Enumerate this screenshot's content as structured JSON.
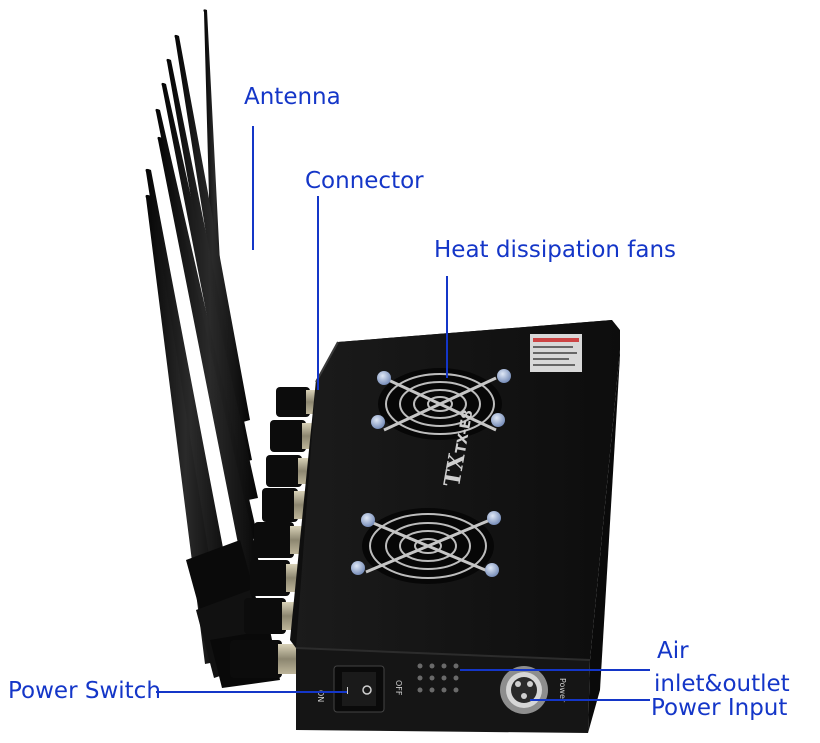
{
  "labels": {
    "antenna": "Antenna",
    "connector": "Connector",
    "heat_fans": "Heat dissipation fans",
    "power_switch": "Power Switch",
    "air_line1": "Air",
    "air_line2": "inlet&outlet",
    "power_input": "Power Input"
  },
  "device": {
    "model": "TX-E8",
    "logo": "TX",
    "switch_on": "ON",
    "switch_off": "OFF",
    "power_port_label": "Power"
  },
  "colors": {
    "label_blue": "#1436c8",
    "device_black": "#141414",
    "background": "#ffffff"
  }
}
